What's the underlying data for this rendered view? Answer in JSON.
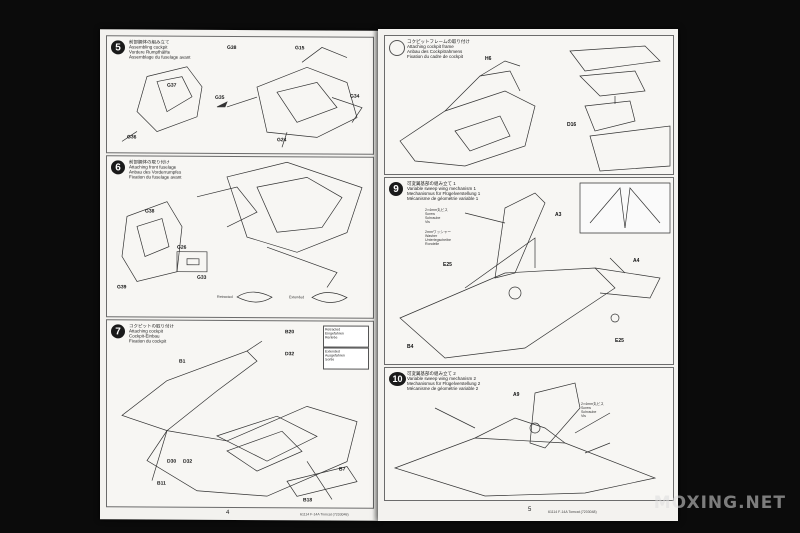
{
  "left_page": {
    "folio": "4",
    "footer": "61114 F-14A Tomcat (7203048)",
    "step5": {
      "number": "5",
      "title": "前部胴体の組み立て\nAssembling cockpit\nVordere Rumpfhälfte\nAssemblage du fuselage avant",
      "parts": [
        "G38",
        "G15",
        "G37",
        "G35",
        "G36",
        "G24",
        "G34"
      ]
    },
    "step6": {
      "number": "6",
      "title": "前部胴体の取り付け\nAttaching front fuselage\nAnbau des Vorderrumpfes\nFixation du fuselage avant",
      "parts": [
        "G38",
        "G39",
        "G26",
        "G33"
      ],
      "note_retracted": "Retracted",
      "note_extended": "Extended"
    },
    "step7": {
      "number": "7",
      "title": "コクピットの取り付け\nAttaching cockpit\nCockpit-Einbau\nFixation du cockpit",
      "parts": [
        "B1",
        "B20",
        "D32",
        "D30",
        "D32",
        "B11",
        "B7",
        "B18"
      ],
      "legend_a": "Retracted\nEingefahren\nRentrée",
      "legend_b": "Extended\nAusgefahren\nSortie"
    }
  },
  "right_page": {
    "folio": "5",
    "footer": "61114 F-14A Tomcat (7203048)",
    "step8": {
      "title": "コクピットフレームの取り付け\nAttaching cockpit frame\nAnbau des Cockpitrahmens\nFixation du cadre de cockpit",
      "parts": [
        "H6",
        "D16"
      ]
    },
    "step9": {
      "number": "9",
      "title": "可変翼基部の組み立て 1\nVariable sweep wing mechanism 1\nMechanismus für Flügelverstellung 1\nMécanisme de géométrie variable 1",
      "parts": [
        "A3",
        "A4",
        "E25",
        "E25",
        "B4"
      ],
      "screw_label": "2×4mm丸ビス\nScrew\nSchraube\nVis",
      "washer_label": "2mmワッシャー\nWasher\nUnterlegscheibe\nRondelle"
    },
    "step10": {
      "number": "10",
      "title": "可変翼基部の組み立て 2\nVariable sweep wing mechanism 2\nMechanismus für Flügelverstellung 2\nMécanisme de géométrie variable 2",
      "parts": [
        "A9"
      ],
      "screw_label": "2×4mm丸ビス\nScrew\nSchraube\nVis"
    }
  },
  "watermark": "MOXING.NET"
}
